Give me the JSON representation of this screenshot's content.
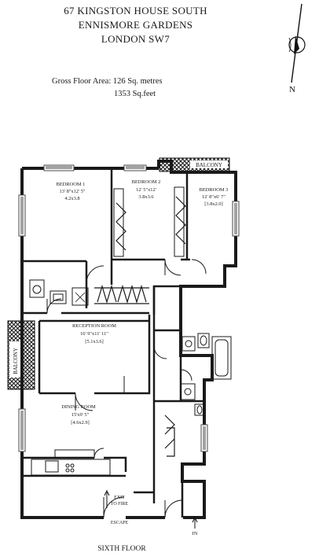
{
  "header": {
    "line1": "67 KINGSTON HOUSE SOUTH",
    "line2": "ENNISMORE GARDENS",
    "line3": "LONDON SW7"
  },
  "gross_area": {
    "label": "Gross Floor Area: 126 Sq. metres",
    "sqft": "1353 Sq.feet"
  },
  "compass": {
    "letter": "N"
  },
  "rooms": {
    "bedroom1": {
      "name": "BEDROOM 1",
      "imperial": "13' 8\"x12' 5\"",
      "metric": "4.2x3.8"
    },
    "bedroom2": {
      "name": "BEDROOM 2",
      "imperial": "12' 5\"x12'",
      "metric": "3.8x3.6"
    },
    "bedroom3": {
      "name": "BEDROOM 3",
      "imperial": "12' 8\"x6' 7\"",
      "metric": "[3.8x2.0]"
    },
    "reception": {
      "name": "RECEPTION ROOM",
      "imperial": "16' 9\"x11' 11\"",
      "metric": "[5.1x3.6]"
    },
    "dining": {
      "name": "DINING ROOM",
      "imperial": "15'x9' 5\"",
      "metric": "[4.6x2.9]"
    }
  },
  "balcony_top": "BALCONY",
  "balcony_left": "BALCONY",
  "exit": {
    "line1": "EXIT",
    "line2": "TO FIRE",
    "line3": "ESCAPE"
  },
  "entrance": "IN",
  "floor_label": "SIXTH FLOOR"
}
